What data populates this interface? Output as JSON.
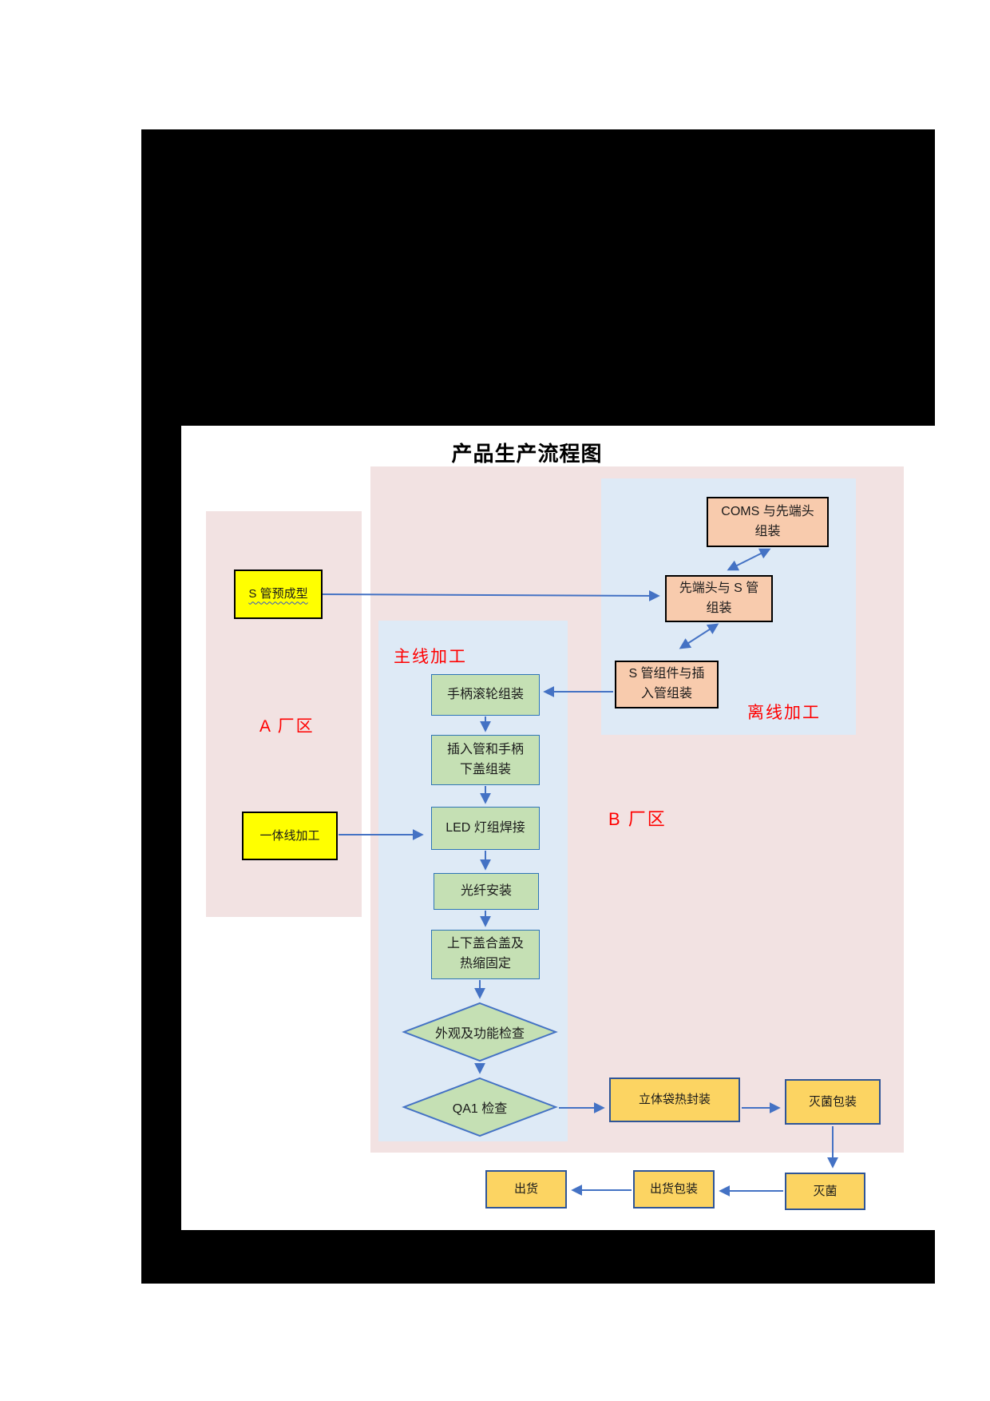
{
  "title": "产品生产流程图",
  "labels": {
    "factory_a": "A 厂区",
    "factory_b": "B 厂区",
    "mainline": "主线加工",
    "offline": "离线加工"
  },
  "nodes": {
    "s_tube_preform": "S 管预成型",
    "integrated_line": "一体线加工",
    "coms_tip_assembly": "COMS 与先端头\n组装",
    "tip_s_tube_assembly": "先端头与 S 管\n组装",
    "s_tube_component_insert_assembly": "S 管组件与插\n入管组装",
    "handle_roller_assembly": "手柄滚轮组装",
    "insert_tube_handle_lower_cover_assembly": "插入管和手柄\n下盖组装",
    "led_light_welding": "LED 灯组焊接",
    "fiber_installation": "光纤安装",
    "cover_closing_heat_shrink": "上下盖合盖及\n热缩固定",
    "appearance_function_check": "外观及功能检查",
    "qa1_check": "QA1 检查",
    "pouch_heat_sealing": "立体袋热封装",
    "sterilization_packaging": "灭菌包装",
    "sterilization": "灭菌",
    "shipping_packaging": "出货包装",
    "shipping": "出货"
  },
  "colors": {
    "yellow_node": "#FFFF00",
    "orange_node": "#F8CBAD",
    "green_node": "#C5E0B4",
    "amber_node": "#FCD462",
    "pink_region": "#F2E2E2",
    "blue_region": "#DEEAF6",
    "arrow_blue": "#4472C4",
    "node_border_blue": "#2F5597",
    "region_label_red": "#FF0000",
    "frame_black": "#000000"
  }
}
